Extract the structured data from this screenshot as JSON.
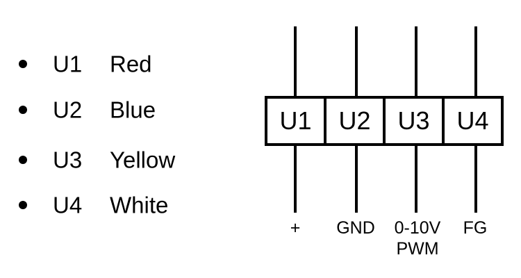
{
  "legend": {
    "items": [
      {
        "code": "U1",
        "color": "Red"
      },
      {
        "code": "U2",
        "color": "Blue"
      },
      {
        "code": "U3",
        "color": "Yellow"
      },
      {
        "code": "U4",
        "color": "White"
      }
    ]
  },
  "connector": {
    "cells": [
      {
        "label": "U1"
      },
      {
        "label": "U2"
      },
      {
        "label": "U3"
      },
      {
        "label": "U4"
      }
    ],
    "pin_labels": [
      {
        "line1": "+",
        "line2": ""
      },
      {
        "line1": "GND",
        "line2": ""
      },
      {
        "line1": "0-10V",
        "line2": "PWM"
      },
      {
        "line1": "FG",
        "line2": ""
      }
    ]
  },
  "colors": {
    "stroke": "#000000",
    "background": "#ffffff",
    "text": "#000000"
  }
}
